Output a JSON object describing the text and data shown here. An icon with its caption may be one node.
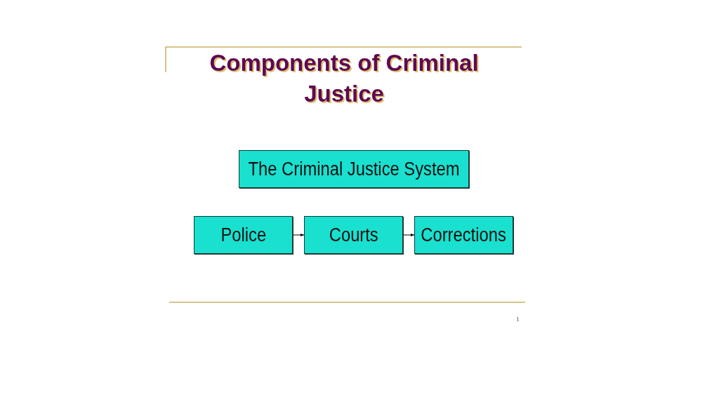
{
  "diagram": {
    "title": "Components of Criminal Justice",
    "nodes": [
      {
        "text": [
          "The Criminal Justice System"
        ]
      },
      {
        "text": [
          "Police"
        ]
      },
      {
        "text": [
          "Courts"
        ]
      },
      {
        "text": [
          "Corrections"
        ]
      }
    ],
    "edges": [
      {
        "from": 1,
        "to": 2,
        "arrow": "to"
      },
      {
        "from": 2,
        "to": 3,
        "arrow": "to"
      }
    ],
    "labels": [
      "1"
    ]
  }
}
